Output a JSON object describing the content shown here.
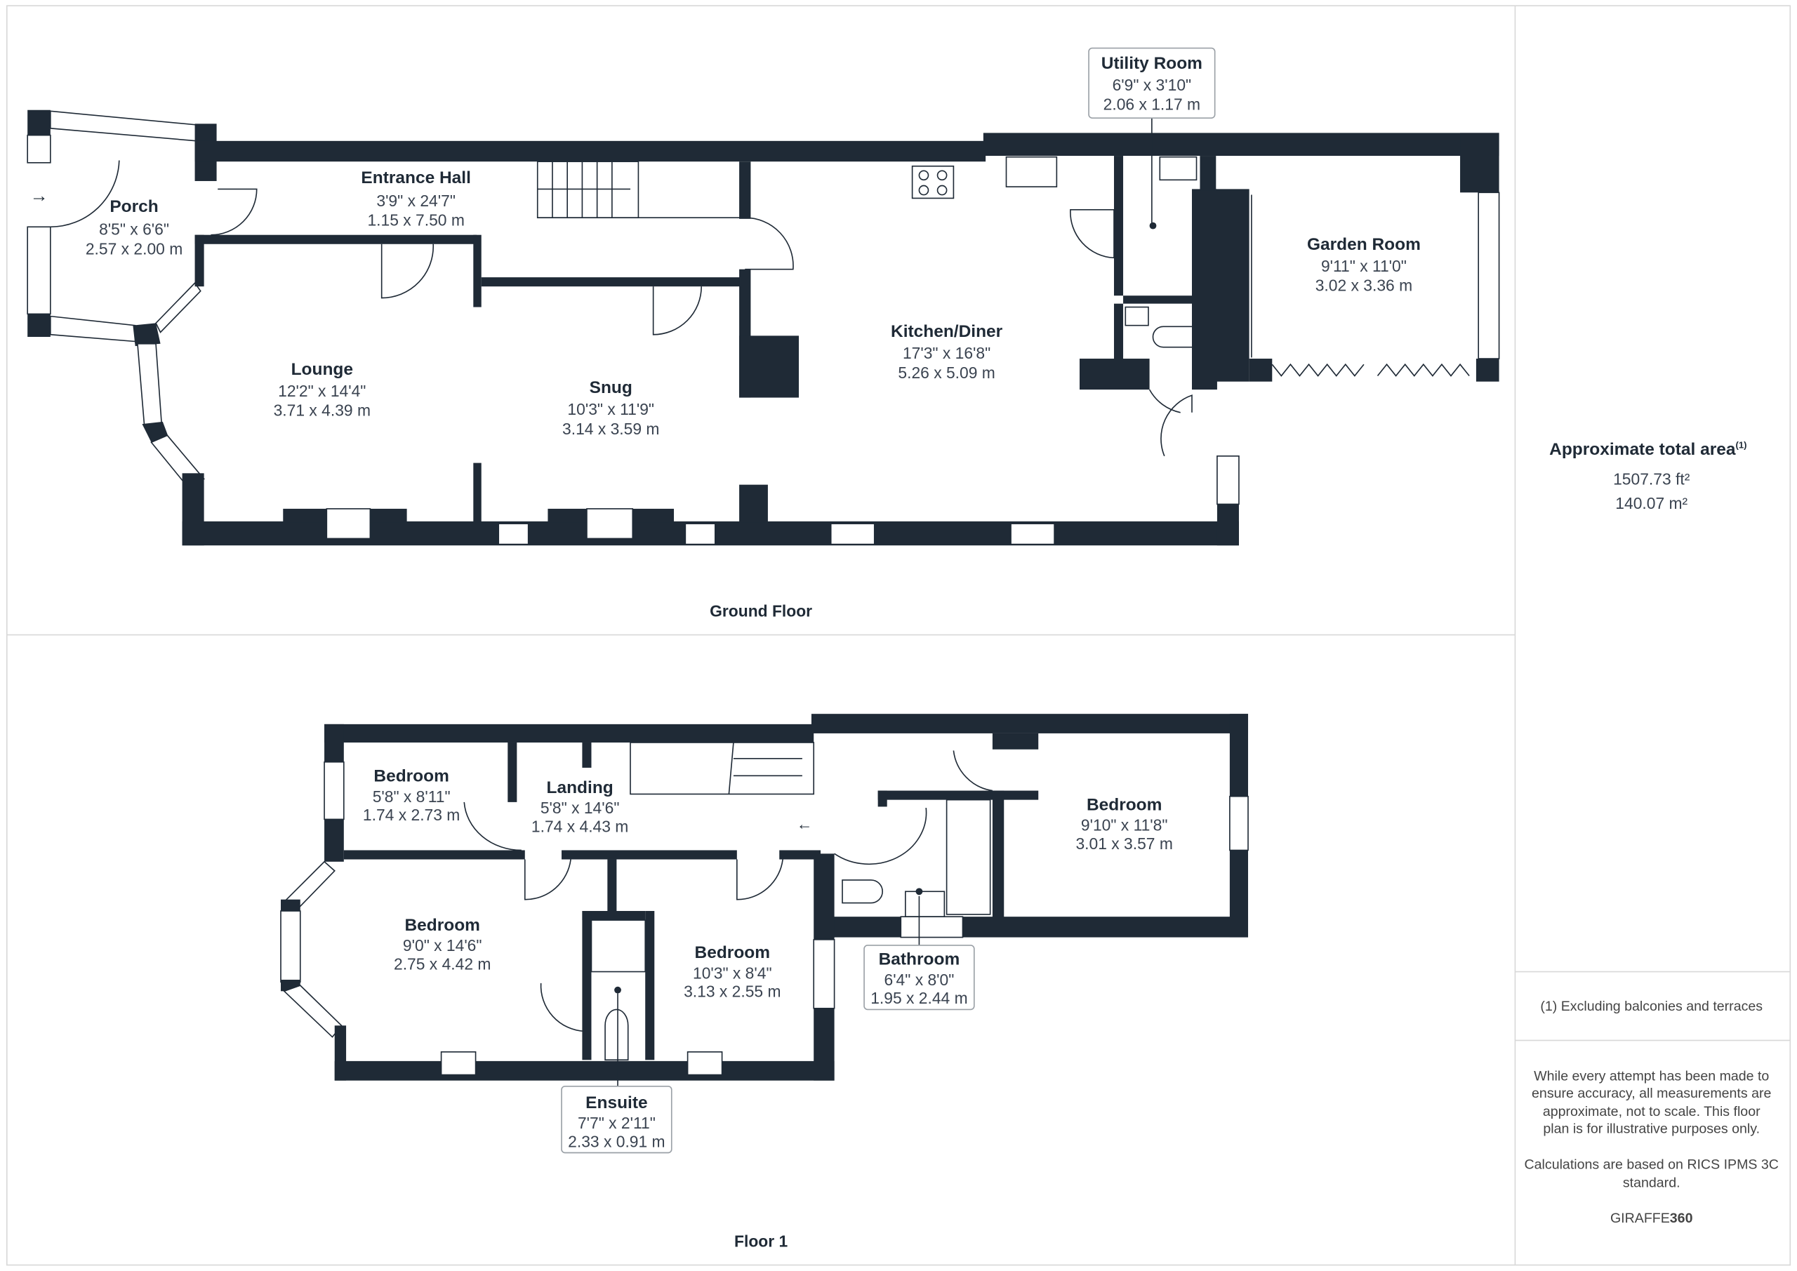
{
  "ground_floor": {
    "label": "Ground Floor",
    "rooms": [
      {
        "name": "Porch",
        "imperial": "8'5\" x 6'6\"",
        "metric": "2.57 x 2.00 m"
      },
      {
        "name": "Entrance Hall",
        "imperial": "3'9\" x 24'7\"",
        "metric": "1.15 x 7.50 m"
      },
      {
        "name": "Lounge",
        "imperial": "12'2\" x 14'4\"",
        "metric": "3.71 x 4.39 m"
      },
      {
        "name": "Snug",
        "imperial": "10'3\" x 11'9\"",
        "metric": "3.14 x 3.59 m"
      },
      {
        "name": "Kitchen/Diner",
        "imperial": "17'3\" x 16'8\"",
        "metric": "5.26 x 5.09 m"
      },
      {
        "name": "Utility Room",
        "imperial": "6'9\" x 3'10\"",
        "metric": "2.06 x 1.17 m"
      },
      {
        "name": "Garden Room",
        "imperial": "9'11\" x 11'0\"",
        "metric": "3.02 x 3.36 m"
      }
    ]
  },
  "floor_1": {
    "label": "Floor 1",
    "rooms": [
      {
        "name": "Bedroom",
        "imperial": "5'8\" x 8'11\"",
        "metric": "1.74 x 2.73 m"
      },
      {
        "name": "Landing",
        "imperial": "5'8\" x 14'6\"",
        "metric": "1.74 x 4.43 m"
      },
      {
        "name": "Bedroom",
        "imperial": "9'10\" x 11'8\"",
        "metric": "3.01 x 3.57 m"
      },
      {
        "name": "Bedroom",
        "imperial": "9'0\" x 14'6\"",
        "metric": "2.75 x 4.42 m"
      },
      {
        "name": "Bedroom",
        "imperial": "10'3\" x 8'4\"",
        "metric": "3.13 x 2.55 m"
      },
      {
        "name": "Bathroom",
        "imperial": "6'4\" x 8'0\"",
        "metric": "1.95 x 2.44 m"
      },
      {
        "name": "Ensuite",
        "imperial": "7'7\" x 2'11\"",
        "metric": "2.33 x 0.91 m"
      }
    ]
  },
  "summary": {
    "title": "Approximate total area",
    "title_sup": "(1)",
    "area_ft": "1507.73 ft²",
    "area_m": "140.07 m²",
    "footnote": "(1) Excluding balconies and terraces",
    "disclaimer_lines": [
      "While every attempt has been made to",
      "ensure accuracy, all measurements are",
      "approximate, not to scale. This floor",
      "plan is for illustrative purposes only."
    ],
    "calc_lines": [
      "Calculations are based on RICS IPMS 3C",
      "standard."
    ],
    "brand_a": "GIRAFFE",
    "brand_b": "360"
  },
  "colors": {
    "wall": "#1f2a36",
    "text": "#1f2a36"
  }
}
